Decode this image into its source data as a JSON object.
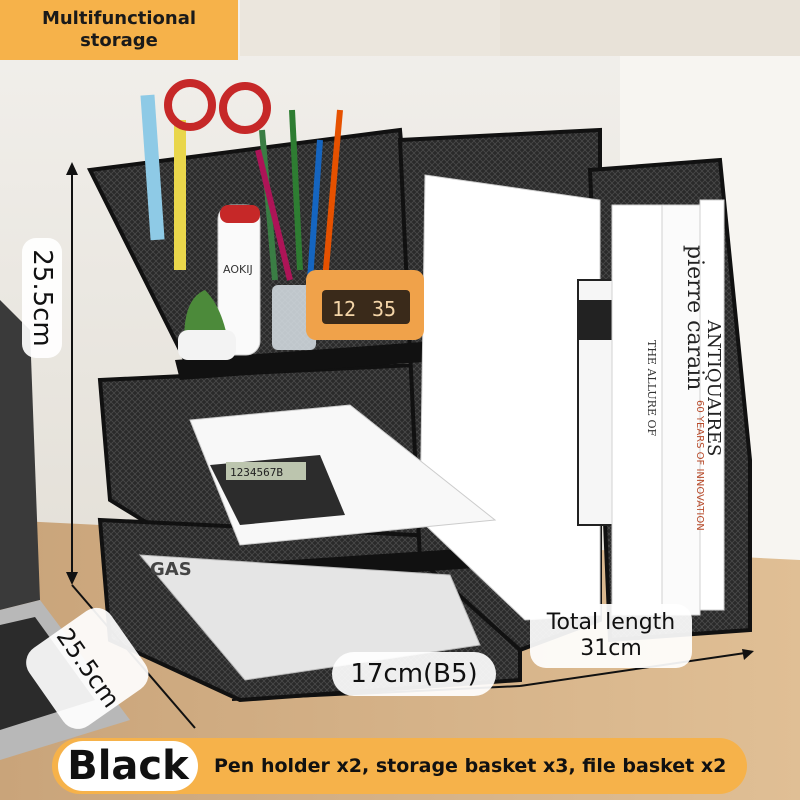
{
  "badge": {
    "line1": "Multifunctional",
    "line2": "storage"
  },
  "dimensions": {
    "height": "25.5cm",
    "depth": "25.5cm",
    "width": "17cm(B5)",
    "total_length_line1": "Total length",
    "total_length_line2": "31cm"
  },
  "color_option": "Black",
  "contents": "Pen holder x2, storage basket x3, file basket x2",
  "product_text": {
    "brand_bottle": "AOKIJ",
    "clock_hours": "12",
    "clock_minutes": "35",
    "calculator_display": "1234567B",
    "book_spine": "pierre carain",
    "book_spine_sub": "60 YEARS OF INNOVATION",
    "book_spine_2": "THE ALLURE OF",
    "book_spine_3": "ANTIQUAIRES",
    "magazine_cover": "GAS"
  },
  "colors": {
    "accent": "#f6b24a",
    "frame": "#1c1c1c"
  }
}
